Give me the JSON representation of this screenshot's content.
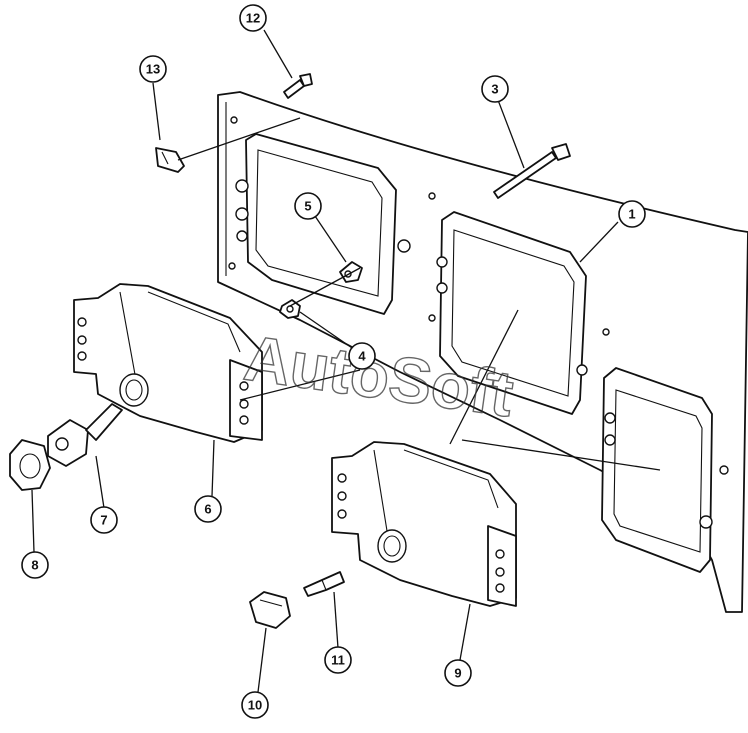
{
  "watermark": "AutoSoft",
  "callouts": [
    {
      "id": "c1",
      "label": "1"
    },
    {
      "id": "c3",
      "label": "3"
    },
    {
      "id": "c4",
      "label": "4"
    },
    {
      "id": "c5",
      "label": "5"
    },
    {
      "id": "c6",
      "label": "6"
    },
    {
      "id": "c7",
      "label": "7"
    },
    {
      "id": "c8",
      "label": "8"
    },
    {
      "id": "c9",
      "label": "9"
    },
    {
      "id": "c10",
      "label": "10"
    },
    {
      "id": "c11",
      "label": "11"
    },
    {
      "id": "c12",
      "label": "12"
    },
    {
      "id": "c13",
      "label": "13"
    }
  ]
}
